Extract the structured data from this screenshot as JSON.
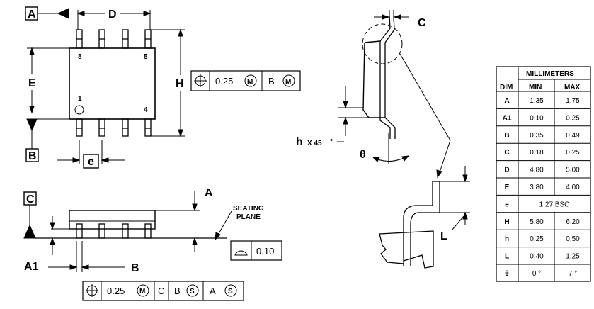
{
  "datum_labels": {
    "A": "A",
    "B": "B",
    "C": "C"
  },
  "dim_labels": {
    "D": "D",
    "E": "E",
    "H": "H",
    "e": "e",
    "A": "A",
    "A1": "A1",
    "B": "B",
    "C": "C",
    "h": "h",
    "x45": "X 45",
    "deg": "°",
    "theta": "θ",
    "L": "L"
  },
  "pin_numbers": {
    "p1": "1",
    "p4": "4",
    "p5": "5",
    "p8": "8"
  },
  "seating_plane": {
    "line1": "SEATING",
    "line2": "PLANE"
  },
  "fcf_top": {
    "tol": "0.25",
    "mod": "M",
    "datum": "B",
    "datum_mod": "M"
  },
  "fcf_flatness": {
    "tol": "0.10"
  },
  "fcf_bottom": {
    "tol": "0.25",
    "mod": "M",
    "d1": "C",
    "d2": "B",
    "d2_mod": "S",
    "d3": "A",
    "d3_mod": "S"
  },
  "table": {
    "group_header": "MILLIMETERS",
    "col_dim": "DIM",
    "col_min": "MIN",
    "col_max": "MAX",
    "rows": [
      [
        "A",
        "1.35",
        "1.75"
      ],
      [
        "A1",
        "0.10",
        "0.25"
      ],
      [
        "B",
        "0.35",
        "0.49"
      ],
      [
        "C",
        "0.18",
        "0.25"
      ],
      [
        "D",
        "4.80",
        "5.00"
      ],
      [
        "E",
        "3.80",
        "4.00"
      ],
      [
        "e",
        "1.27 BSC",
        ""
      ],
      [
        "H",
        "5.80",
        "6.20"
      ],
      [
        "h",
        "0.25",
        "0.50"
      ],
      [
        "L",
        "0.40",
        "1.25"
      ],
      [
        "θ",
        "0 °",
        "7 °"
      ]
    ]
  }
}
